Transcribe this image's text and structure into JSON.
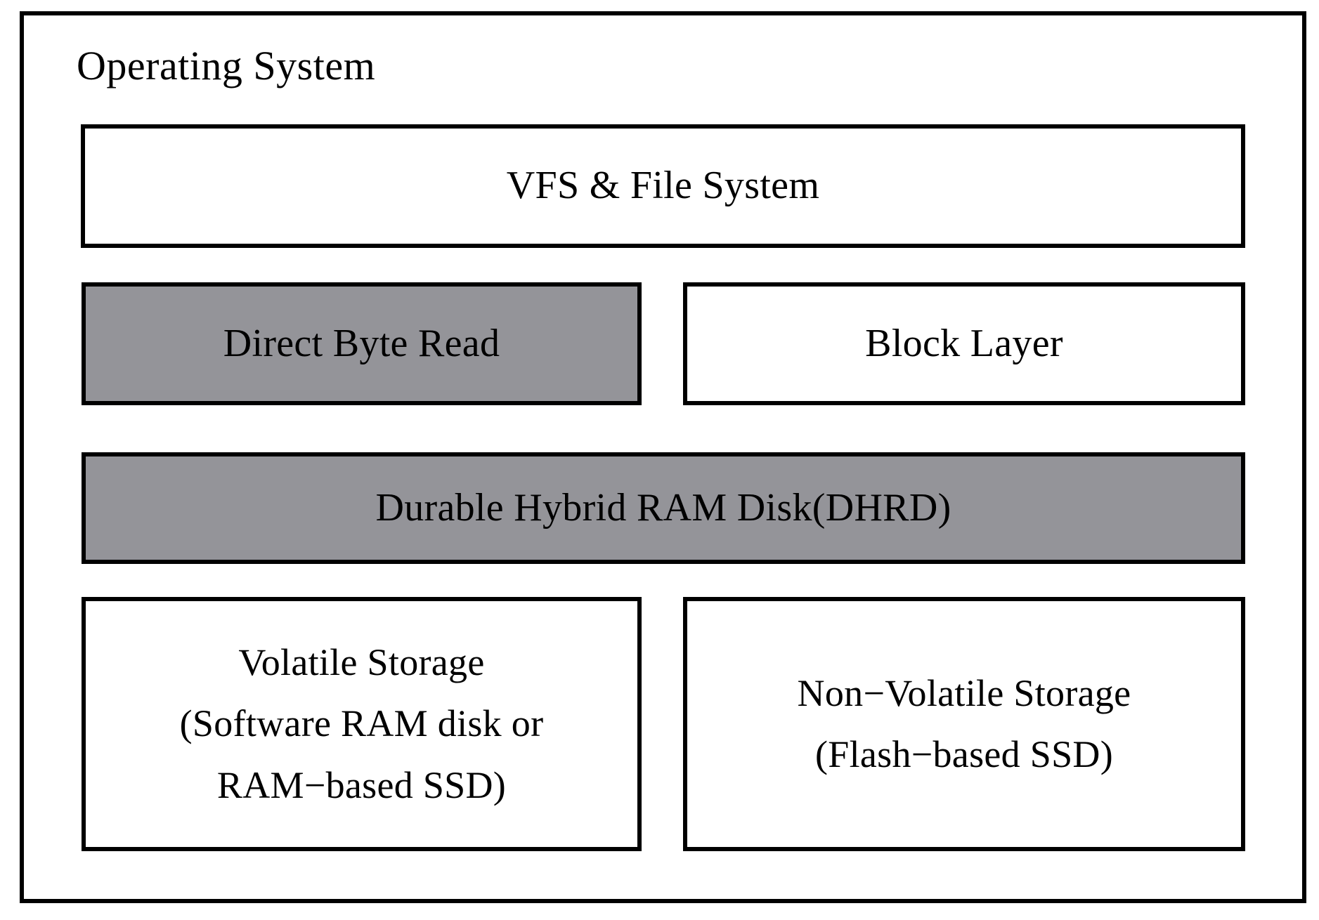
{
  "diagram": {
    "title": "Operating System",
    "colors": {
      "shaded_fill": "#949499",
      "plain_fill": "#ffffff",
      "stroke": "#000000"
    },
    "layers": [
      {
        "id": "vfs",
        "label": "VFS & File System",
        "lines": [
          "VFS & File System"
        ],
        "shaded": false
      },
      {
        "id": "direct_byte_read",
        "label": "Direct Byte Read",
        "lines": [
          "Direct Byte Read"
        ],
        "shaded": true
      },
      {
        "id": "block_layer",
        "label": "Block Layer",
        "lines": [
          "Block Layer"
        ],
        "shaded": false
      },
      {
        "id": "dhrd",
        "label": "Durable Hybrid RAM Disk(DHRD)",
        "lines": [
          "Durable Hybrid RAM Disk(DHRD)"
        ],
        "shaded": true
      },
      {
        "id": "volatile_storage",
        "label": "Volatile Storage (Software RAM disk or RAM−based SSD)",
        "lines": [
          "Volatile Storage",
          "(Software RAM disk or",
          "RAM−based SSD)"
        ],
        "shaded": false
      },
      {
        "id": "nonvolatile_storage",
        "label": "Non−Volatile Storage (Flash−based SSD)",
        "lines": [
          "Non−Volatile Storage",
          "(Flash−based SSD)"
        ],
        "shaded": false
      }
    ]
  }
}
